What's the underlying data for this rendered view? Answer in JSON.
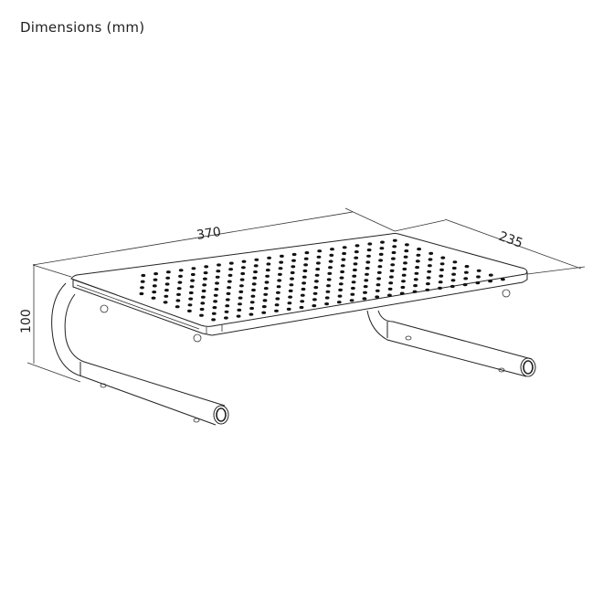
{
  "title": "Dimensions (mm)",
  "dimensions": {
    "length": "370",
    "depth": "235",
    "height": "100"
  }
}
